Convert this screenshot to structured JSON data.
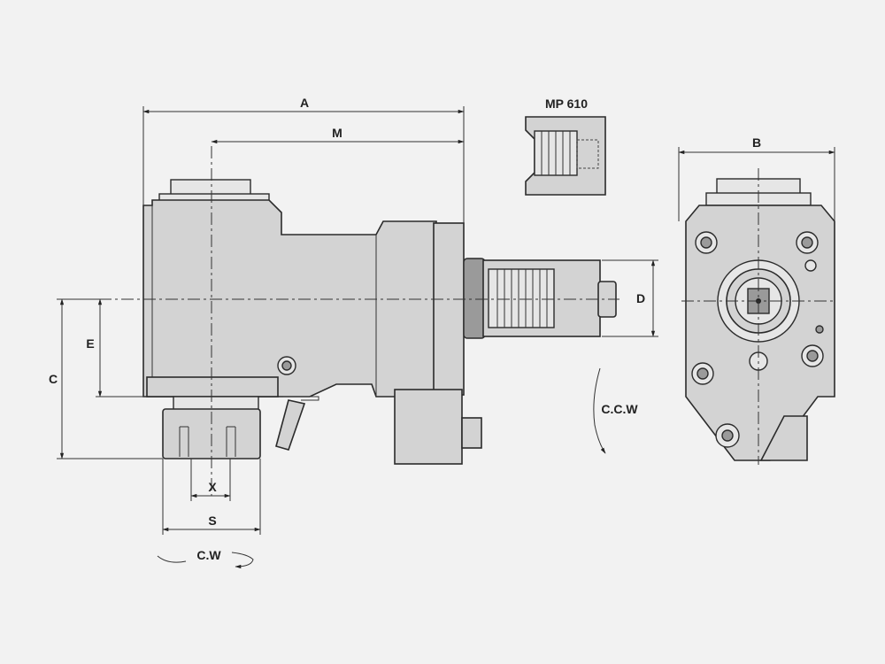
{
  "labels": {
    "A": "A",
    "M": "M",
    "B": "B",
    "C": "C",
    "E": "E",
    "D": "D",
    "X": "X",
    "S": "S",
    "mp610": "MP 610",
    "ccw": "C.C.W",
    "cw": "C.W"
  },
  "colors": {
    "background": "#f2f2f2",
    "body": "#d3d3d3",
    "line": "#2b2b2b"
  }
}
